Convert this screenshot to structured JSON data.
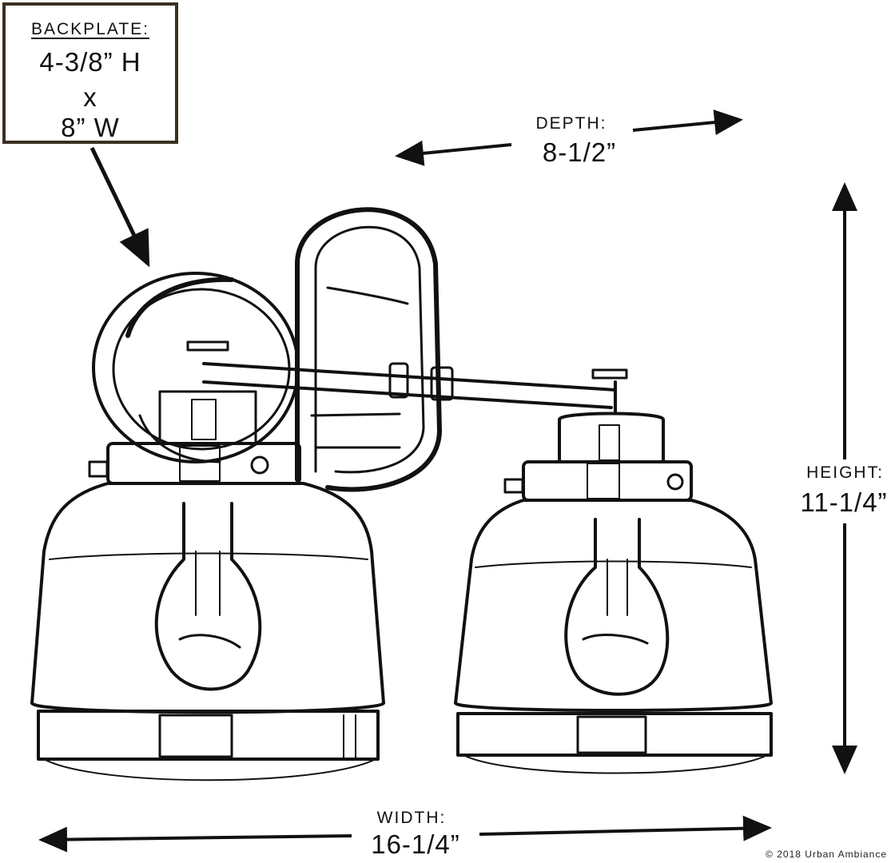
{
  "backplate": {
    "title": "BACKPLATE:",
    "height": "4-3/8” H",
    "times": "x",
    "width": "8” W"
  },
  "depth": {
    "label": "DEPTH:",
    "value": "8-1/2”"
  },
  "height": {
    "label": "HEIGHT:",
    "value": "11-1/4”"
  },
  "width": {
    "label": "WIDTH:",
    "value": "16-1/4”"
  },
  "copyright": "© 2018 Urban Ambiance",
  "colors": {
    "ink": "#111111",
    "box_border": "#3a3020",
    "background": "#ffffff"
  }
}
